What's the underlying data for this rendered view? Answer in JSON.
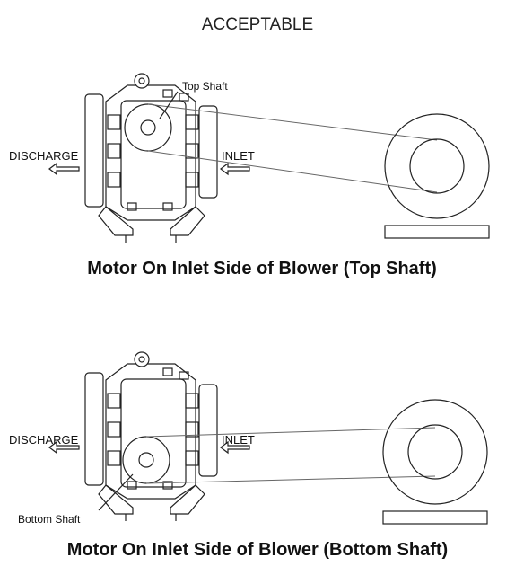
{
  "header": {
    "status": "ACCEPTABLE"
  },
  "diagrams": [
    {
      "shaft_label": "Top Shaft",
      "discharge_label": "DISCHARGE",
      "inlet_label": "INLET",
      "caption": "Motor On Inlet Side of Blower (Top Shaft)"
    },
    {
      "shaft_label": "Bottom Shaft",
      "discharge_label": "DISCHARGE",
      "inlet_label": "INLET",
      "caption": "Motor On Inlet Side of Blower (Bottom Shaft)"
    }
  ]
}
